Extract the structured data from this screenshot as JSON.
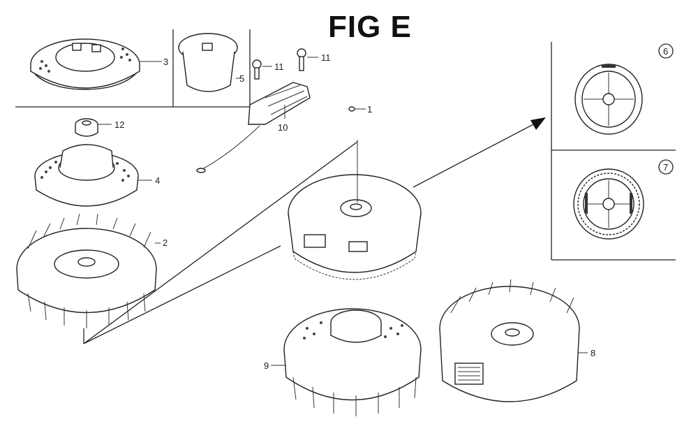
{
  "figure": {
    "title": "FIG E"
  },
  "callouts": [
    {
      "id": "c1",
      "label": "1"
    },
    {
      "id": "c2",
      "label": "2"
    },
    {
      "id": "c3",
      "label": "3"
    },
    {
      "id": "c4",
      "label": "4"
    },
    {
      "id": "c5",
      "label": "5"
    },
    {
      "id": "c6",
      "label": "6"
    },
    {
      "id": "c7",
      "label": "7"
    },
    {
      "id": "c8",
      "label": "8"
    },
    {
      "id": "c9",
      "label": "9"
    },
    {
      "id": "c10",
      "label": "10"
    },
    {
      "id": "c11a",
      "label": "11"
    },
    {
      "id": "c11b",
      "label": "11"
    },
    {
      "id": "c12",
      "label": "12"
    }
  ]
}
